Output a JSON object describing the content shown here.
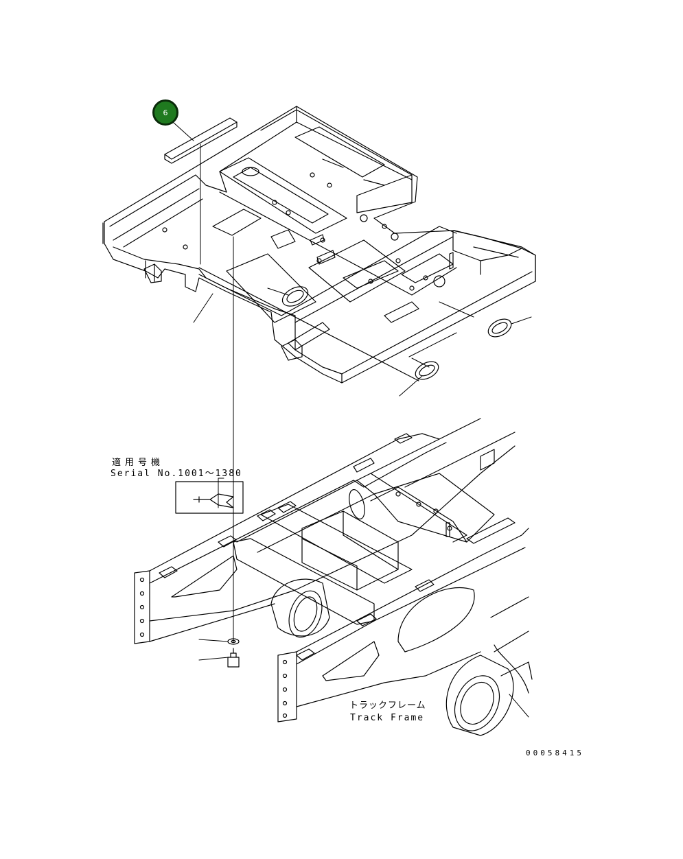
{
  "callouts": [
    {
      "number": "6",
      "color": "#1f7a1f"
    }
  ],
  "labels": {
    "serial_jp": "適用号機",
    "serial_en": "Serial No.1001～1380",
    "track_frame_jp": "トラックフレーム",
    "track_frame_en": "Track Frame",
    "drawing_number": "00058415"
  }
}
